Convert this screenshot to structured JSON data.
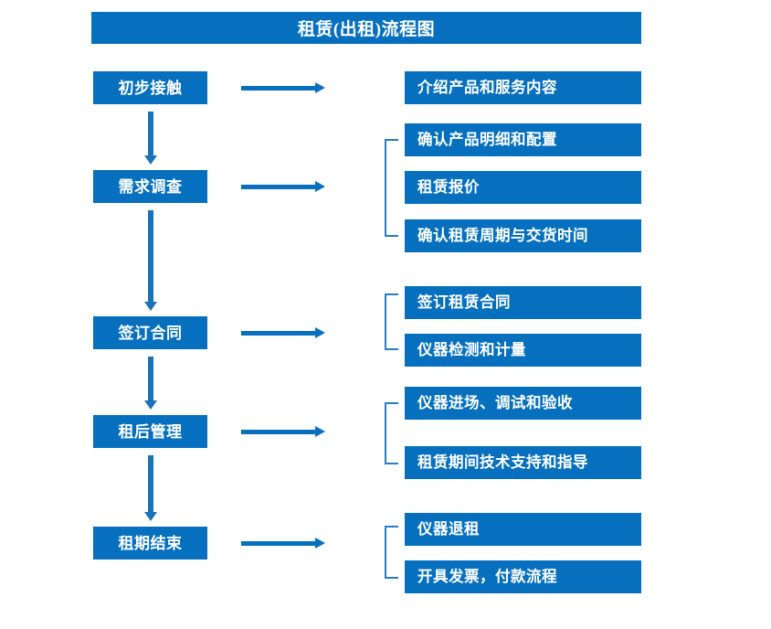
{
  "title": "租赁(出租)流程图",
  "colors": {
    "brand_blue": "#0670be",
    "arrow_blue": "#1a72b8",
    "bracket_blue": "#2b7cc0",
    "text_on_blue": "#ffffff",
    "background": "#ffffff"
  },
  "stages": [
    {
      "label": "初步接触"
    },
    {
      "label": "需求调查"
    },
    {
      "label": "签订合同"
    },
    {
      "label": "租后管理"
    },
    {
      "label": "租期结束"
    }
  ],
  "details": [
    {
      "label": "介绍产品和服务内容"
    },
    {
      "label": "确认产品明细和配置"
    },
    {
      "label": "租赁报价"
    },
    {
      "label": "确认租赁周期与交货时间"
    },
    {
      "label": "签订租赁合同"
    },
    {
      "label": "仪器检测和计量"
    },
    {
      "label": "仪器进场、调试和验收"
    },
    {
      "label": "租赁期间技术支持和指导"
    },
    {
      "label": "仪器退租"
    },
    {
      "label": "开具发票，付款流程"
    }
  ],
  "connectors": {
    "stage_to_detail_arrows": 5,
    "stage_flow_arrows": 4,
    "group_brackets": 4
  }
}
